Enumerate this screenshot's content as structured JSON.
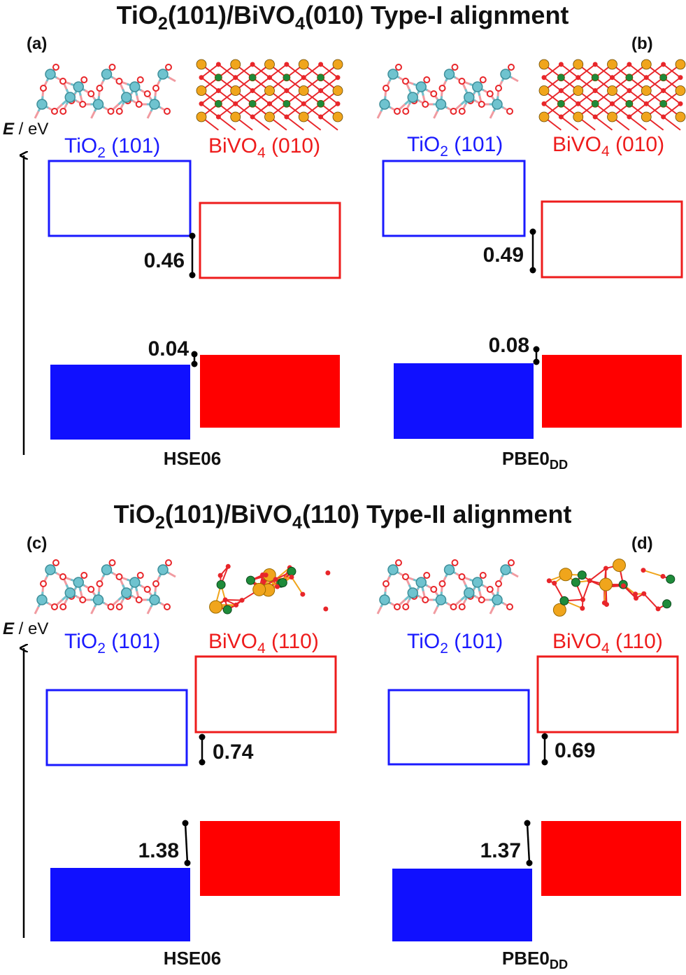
{
  "sections": [
    {
      "title": {
        "pre": "TiO",
        "sub1": "2",
        "mid": "(101)/BiVO",
        "sub2": "4",
        "post": "(010) Type-I alignment"
      },
      "panels": [
        {
          "letter": "(a)",
          "energy_axis": {
            "symbol": "E",
            "unit": " / eV"
          },
          "tio2_label": {
            "pre": "TiO",
            "sub": "2",
            "post": " (101)"
          },
          "bivo4_label": {
            "pre": "BiVO",
            "sub": "4",
            "post": " (010)"
          },
          "cb_offset": "0.46",
          "vb_offset": "0.04",
          "method": {
            "main": "HSE06",
            "sub": ""
          }
        },
        {
          "letter": "(b)",
          "tio2_label": {
            "pre": "TiO",
            "sub": "2",
            "post": " (101)"
          },
          "bivo4_label": {
            "pre": "BiVO",
            "sub": "4",
            "post": " (010)"
          },
          "cb_offset": "0.49",
          "vb_offset": "0.08",
          "method": {
            "main": "PBE0",
            "sub": "DD"
          }
        }
      ]
    },
    {
      "title": {
        "pre": "TiO",
        "sub1": "2",
        "mid": "(101)/BiVO",
        "sub2": "4",
        "post": "(110) Type-II alignment"
      },
      "panels": [
        {
          "letter": "(c)",
          "energy_axis": {
            "symbol": "E",
            "unit": " / eV"
          },
          "tio2_label": {
            "pre": "TiO",
            "sub": "2",
            "post": " (101)"
          },
          "bivo4_label": {
            "pre": "BiVO",
            "sub": "4",
            "post": " (110)"
          },
          "cb_offset": "0.74",
          "vb_offset": "1.38",
          "method": {
            "main": "HSE06",
            "sub": ""
          }
        },
        {
          "letter": "(d)",
          "tio2_label": {
            "pre": "TiO",
            "sub": "2",
            "post": " (101)"
          },
          "bivo4_label": {
            "pre": "BiVO",
            "sub": "4",
            "post": " (110)"
          },
          "cb_offset": "0.69",
          "vb_offset": "1.37",
          "method": {
            "main": "PBE0",
            "sub": "DD"
          }
        }
      ]
    }
  ],
  "colors": {
    "tio2": "#1a1aff",
    "bivo4": "#ee1c1c",
    "o_atom": "#e8262a",
    "ti_atom": "#6fc3cf",
    "bi_atom": "#f0a51c",
    "v_atom": "#1e8b3a"
  }
}
